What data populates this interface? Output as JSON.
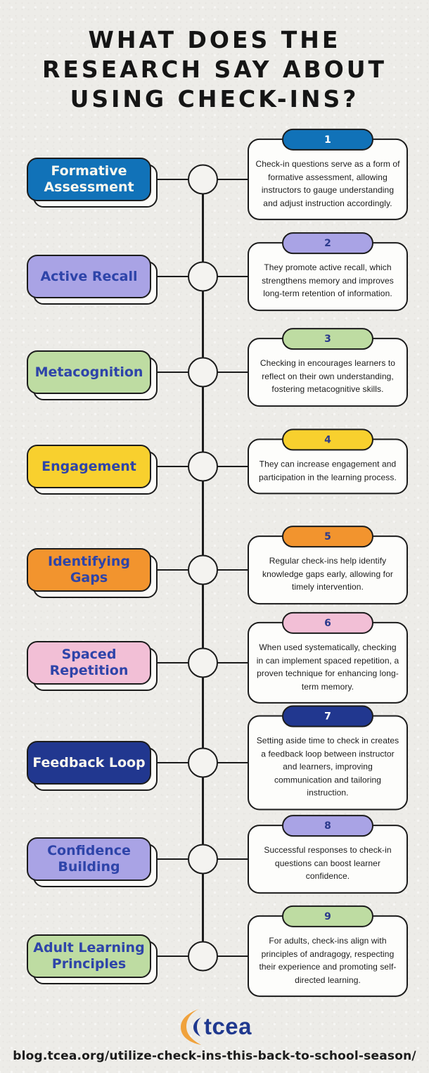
{
  "title": {
    "lines": [
      "WHAT DOES THE",
      "RESEARCH SAY ABOUT",
      "USING CHECK-INS?"
    ]
  },
  "items": [
    {
      "number": "1",
      "label": "Formative Assessment",
      "description": "Check-in questions serve as a form of formative assessment, allowing instructors to gauge understanding and adjust instruction accordingly.",
      "box_color": "#1172B8",
      "label_color": "#FCF8EF",
      "number_color": "#FFFFFF"
    },
    {
      "number": "2",
      "label": "Active Recall",
      "description": "They promote active recall, which strengthens memory and improves long-term retention of information.",
      "box_color": "#A9A3E5",
      "label_color": "#2E44A9",
      "number_color": "#2B3A8C"
    },
    {
      "number": "3",
      "label": "Metacognition",
      "description": "Checking in encourages learners to reflect on their own understanding, fostering metacognitive skills.",
      "box_color": "#BEDCA2",
      "label_color": "#2E44A9",
      "number_color": "#2B3A8C"
    },
    {
      "number": "4",
      "label": "Engagement",
      "description": "They can increase engagement and participation in the learning process.",
      "box_color": "#F8D02E",
      "label_color": "#2E44A9",
      "number_color": "#2B3A8C"
    },
    {
      "number": "5",
      "label": "Identifying Gaps",
      "description": "Regular check-ins help identify knowledge gaps early, allowing for timely intervention.",
      "box_color": "#F2942E",
      "label_color": "#2E44A9",
      "number_color": "#2B3A8C"
    },
    {
      "number": "6",
      "label": "Spaced Repetition",
      "description": "When used systematically, checking in can implement spaced repetition, a proven technique for enhancing long-term memory.",
      "box_color": "#F2BFD6",
      "label_color": "#2E44A9",
      "number_color": "#2B3A8C"
    },
    {
      "number": "7",
      "label": "Feedback Loop",
      "description": "Setting aside time to check in creates a feedback loop between instructor and learners, improving communication and tailoring instruction.",
      "box_color": "#21378F",
      "label_color": "#FCF8EF",
      "number_color": "#FFFFFF"
    },
    {
      "number": "8",
      "label": "Confidence Building",
      "description": "Successful responses to check-in questions can boost learner confidence.",
      "box_color": "#A9A3E5",
      "label_color": "#2E44A9",
      "number_color": "#2B3A8C"
    },
    {
      "number": "9",
      "label": "Adult Learning Principles",
      "description": "For adults, check-ins align with principles of andragogy, respecting their experience and promoting self-directed learning.",
      "box_color": "#BEDCA2",
      "label_color": "#2E44A9",
      "number_color": "#2B3A8C"
    }
  ],
  "footer": {
    "logo_text": "tcea",
    "url": "blog.tcea.org/utilize-check-ins-this-back-to-school-season/",
    "logo_text_color": "#20398F",
    "swoosh_color": "#F0A23C",
    "crescent_color": "#20398F"
  },
  "theme": {
    "background": "#EDECE8",
    "line_color": "#1C1C1C",
    "card_background": "#FDFDFB",
    "node_fill": "#F4F3F0"
  }
}
